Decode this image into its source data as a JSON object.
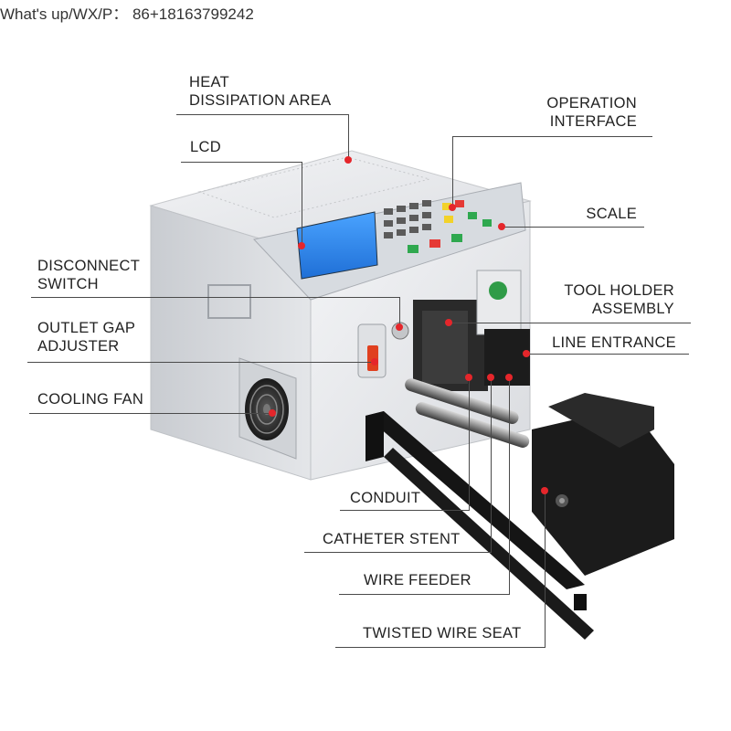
{
  "contact": "What's up/WX/P： 86+18163799242",
  "colors": {
    "marker": "#e5262b",
    "leader": "#4a4a4a",
    "body": "#e9eaec",
    "base": "#151515"
  },
  "labels": {
    "heat": [
      "HEAT",
      "DISSIPATION AREA"
    ],
    "lcd": [
      "LCD"
    ],
    "operation": [
      "OPERATION",
      "INTERFACE"
    ],
    "scale": [
      "SCALE"
    ],
    "disconnect": [
      "DISCONNECT",
      "SWITCH"
    ],
    "toolholder": [
      "TOOL HOLDER",
      "ASSEMBLY"
    ],
    "outletgap": [
      "OUTLET GAP",
      "ADJUSTER"
    ],
    "lineentrance": [
      "LINE ENTRANCE"
    ],
    "coolingfan": [
      "COOLING FAN"
    ],
    "conduit": [
      "CONDUIT"
    ],
    "catheter": [
      "CATHETER STENT"
    ],
    "wirefeeder": [
      "WIRE FEEDER"
    ],
    "twisted": [
      "TWISTED WIRE SEAT"
    ]
  }
}
